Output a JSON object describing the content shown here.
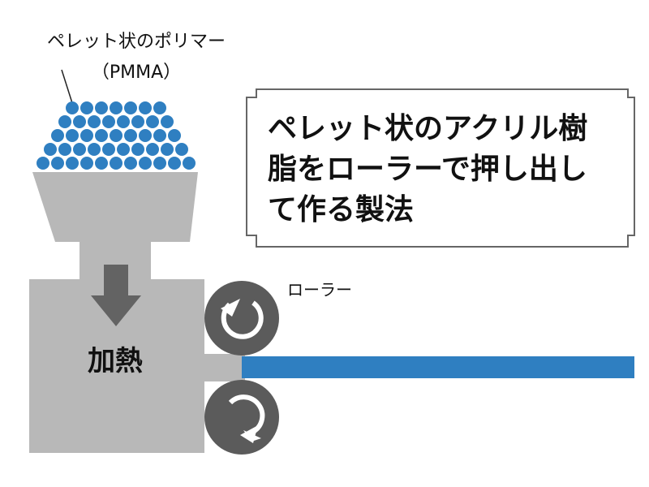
{
  "pellet_label": {
    "line1": "ペレット状のポリマー",
    "line2": "（PMMA）"
  },
  "callout": {
    "line1": "ペレット状のアクリル樹",
    "line2": "脂をローラーで押し出し",
    "line3": "て作る製法"
  },
  "roller_label": "ローラー",
  "heater_label": "加熱",
  "colors": {
    "machine_gray": "#b8b8b8",
    "pellet_blue": "#2f7fc1",
    "sheet_blue": "#2f7fc1",
    "roller_dark": "#5b5b5b",
    "arrow_gray": "#636363"
  },
  "icons": {
    "pellets": "circle-pellet-icon",
    "down_arrow": "down-arrow-icon",
    "roller_rotation": "rotate-arrow-icon"
  }
}
